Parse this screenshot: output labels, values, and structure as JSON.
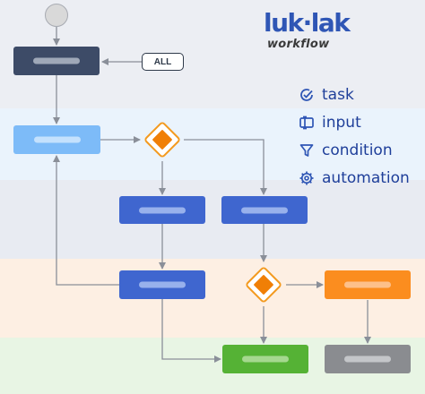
{
  "brand": {
    "name": "luk·lak",
    "subtitle": "workflow"
  },
  "chip": {
    "label": "ALL"
  },
  "legend": {
    "items": [
      {
        "icon": "task-icon",
        "label": "task"
      },
      {
        "icon": "input-icon",
        "label": "input"
      },
      {
        "icon": "condition-icon",
        "label": "condition"
      },
      {
        "icon": "automation-icon",
        "label": "automation"
      }
    ]
  },
  "colors": {
    "band_top": "#eceef3",
    "band_blue": "#eaf3fc",
    "band_grey": "#e8ebf2",
    "band_orange": "#fdefe3",
    "band_green": "#e8f5e4",
    "start_circle": "#d9d9d9",
    "node_dark": "#3d4b67",
    "node_light_blue": "#7dbbf8",
    "node_blue": "#3f66cf",
    "node_orange": "#fb8d1f",
    "node_green": "#55b235",
    "node_grey": "#8a8c90",
    "arrow": "#8a8f99",
    "diamond_border": "#f39a1f",
    "diamond_fill": "#f07f06",
    "brand_blue": "#2f56b5"
  }
}
